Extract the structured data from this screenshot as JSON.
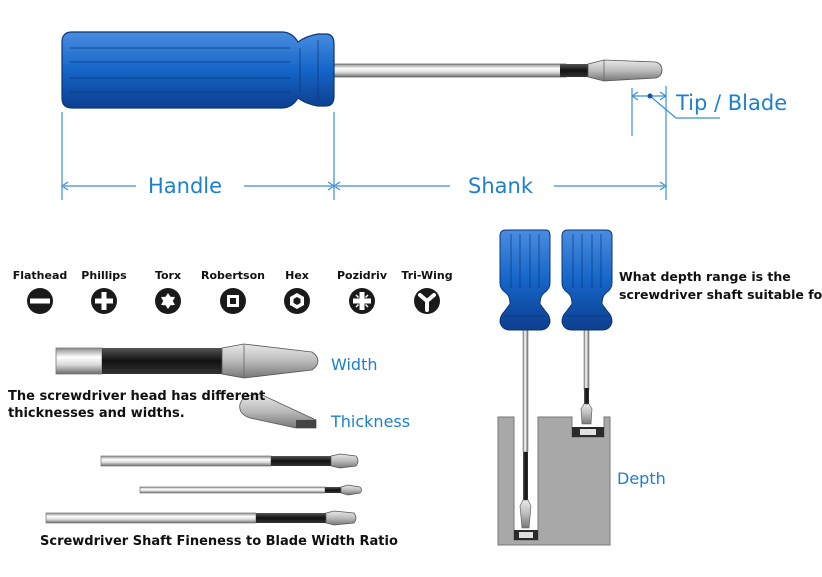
{
  "parts": {
    "tip_label": "Tip / Blade",
    "handle_label": "Handle",
    "shank_label": "Shank"
  },
  "tip_types": [
    {
      "name": "Flathead",
      "icon": "flathead-icon"
    },
    {
      "name": "Phillips",
      "icon": "phillips-icon"
    },
    {
      "name": "Torx",
      "icon": "torx-icon"
    },
    {
      "name": "Robertson",
      "icon": "robertson-icon"
    },
    {
      "name": "Hex",
      "icon": "hex-icon"
    },
    {
      "name": "Pozidriv",
      "icon": "pozidriv-icon"
    },
    {
      "name": "Tri-Wing",
      "icon": "tri-wing-icon"
    }
  ],
  "blade": {
    "width_label": "Width",
    "thickness_label": "Thickness",
    "note_line1": "The screwdriver head has different",
    "note_line2": "thicknesses and widths."
  },
  "fineness": {
    "caption": "Screwdriver Shaft Fineness to Blade Width Ratio"
  },
  "depth": {
    "question_line1": "What depth range is the",
    "question_line2": "screwdriver shaft suitable for?",
    "depth_label": "Depth"
  },
  "colors": {
    "handle_blue": "#1565c8",
    "handle_dark": "#0d3f8f",
    "label_blue": "#1c7fd0",
    "block_gray": "#a8a8a8"
  }
}
